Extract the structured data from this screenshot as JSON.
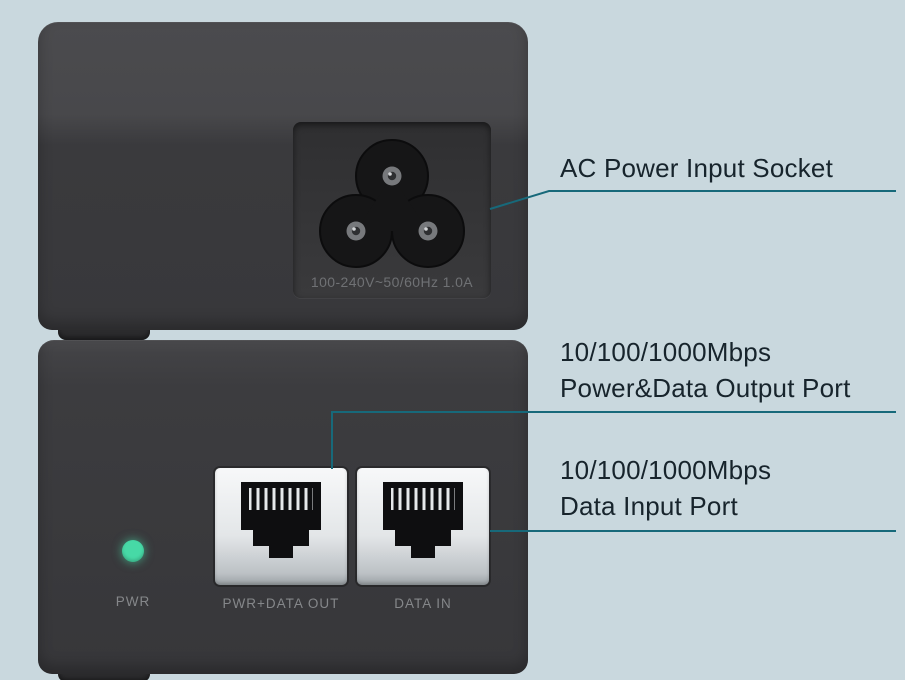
{
  "colors": {
    "bg": "#c9d8de",
    "body": "#3b3b3e",
    "accent": "#17697a",
    "led": "#47d9a6",
    "text": "#17242c",
    "devlabel": "#85878a"
  },
  "top_unit": {
    "rating_label": "100-240V~50/60Hz 1.0A"
  },
  "bottom_unit": {
    "led_label": "PWR",
    "ports": [
      {
        "label": "PWR+DATA OUT"
      },
      {
        "label": "DATA IN"
      }
    ]
  },
  "callouts": [
    {
      "lines": [
        "AC Power Input Socket",
        ""
      ]
    },
    {
      "lines": [
        "10/100/1000Mbps",
        "Power&Data Output Port"
      ]
    },
    {
      "lines": [
        "10/100/1000Mbps",
        "Data Input Port"
      ]
    }
  ]
}
